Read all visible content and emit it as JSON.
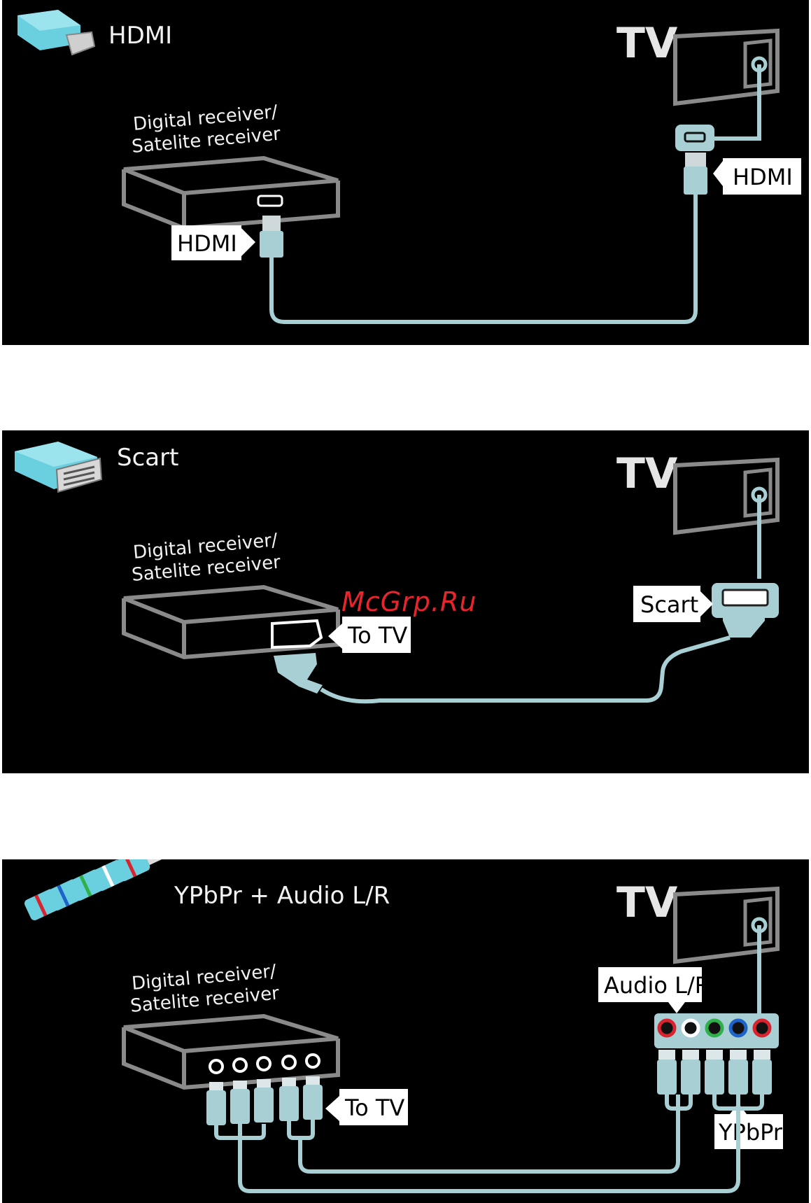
{
  "panels": [
    {
      "title": "HDMI",
      "tv_label": "TV",
      "receiver_label": [
        "Digital receiver/",
        "Satelite receiver"
      ],
      "source_connector_label": "HDMI",
      "tv_connector_label": "HDMI"
    },
    {
      "title": "Scart",
      "tv_label": "TV",
      "receiver_label": [
        "Digital receiver/",
        "Satelite receiver"
      ],
      "source_connector_label": "To TV",
      "tv_connector_label": "Scart"
    },
    {
      "title": "YPbPr + Audio L/R",
      "tv_label": "TV",
      "receiver_label": [
        "Digital receiver/",
        "Satelite receiver"
      ],
      "source_connector_label": "To TV",
      "tv_audio_label": "Audio L/R",
      "tv_video_label": "YPbPr"
    }
  ],
  "watermark": "McGrp.Ru",
  "colors": {
    "background": "#000000",
    "cable": "#a8cfd4",
    "device_outline": "#8a8a8a",
    "label_box": "#ffffff",
    "watermark": "#e8252d",
    "rca_red": "#d9232e",
    "rca_white": "#ffffff",
    "rca_green": "#2fb04a",
    "rca_blue": "#1e63c8"
  }
}
